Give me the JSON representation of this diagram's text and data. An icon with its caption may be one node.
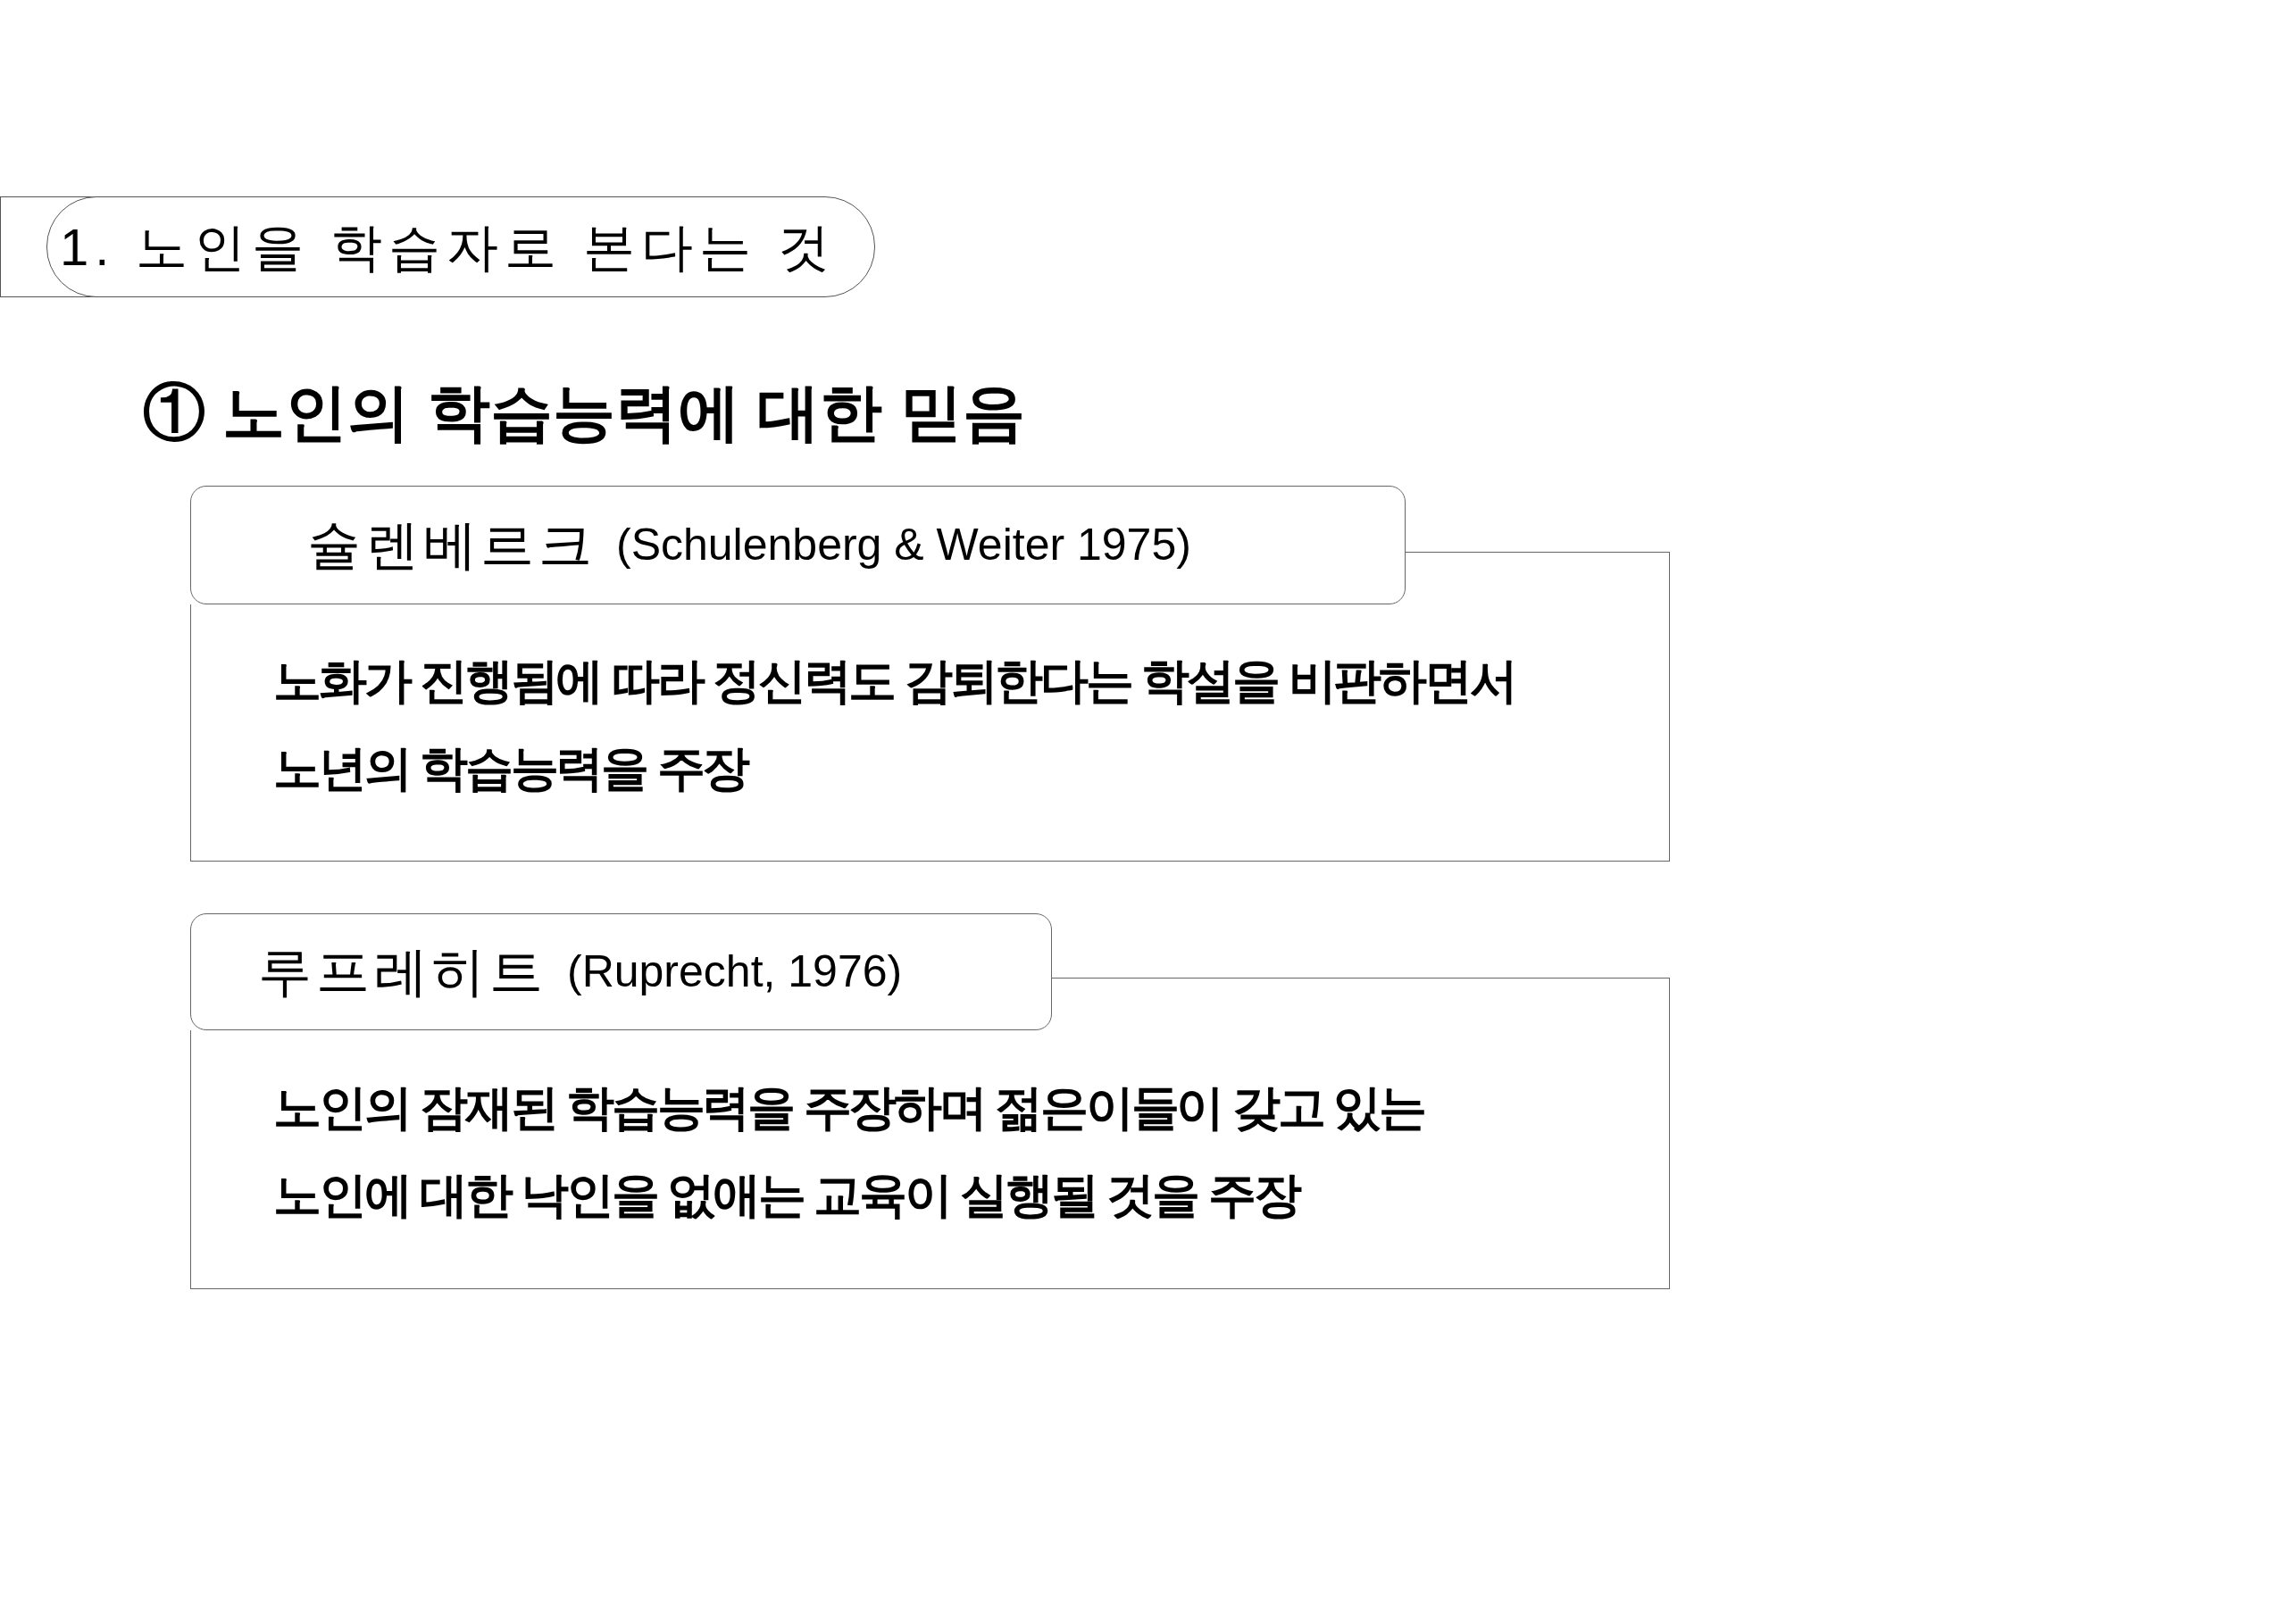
{
  "diagram": {
    "nodes": [
      {
        "text": [
          "1. 노인을 학습자로 본다는 것"
        ]
      },
      {
        "text": [
          "노화가 진행됨에 따라 정신력도 감퇴한다는 학설을 비판하면서 노년의 학습능력을 주장"
        ]
      },
      {
        "text": [
          "슐렌베르크",
          "(Schulenberg & Weiter 1975)"
        ]
      },
      {
        "text": [
          "노인의 잠재된 학습능력을 주장하며 젊은이들이 갖고 있는 노인에 대한 낙인을 없애는 교육이 실행될 것을 주장"
        ]
      },
      {
        "text": [
          "루프레히트",
          "(Ruprecht, 1976)"
        ]
      }
    ],
    "labels": [
      "① 노인의 학습능력에 대한 믿음"
    ]
  }
}
